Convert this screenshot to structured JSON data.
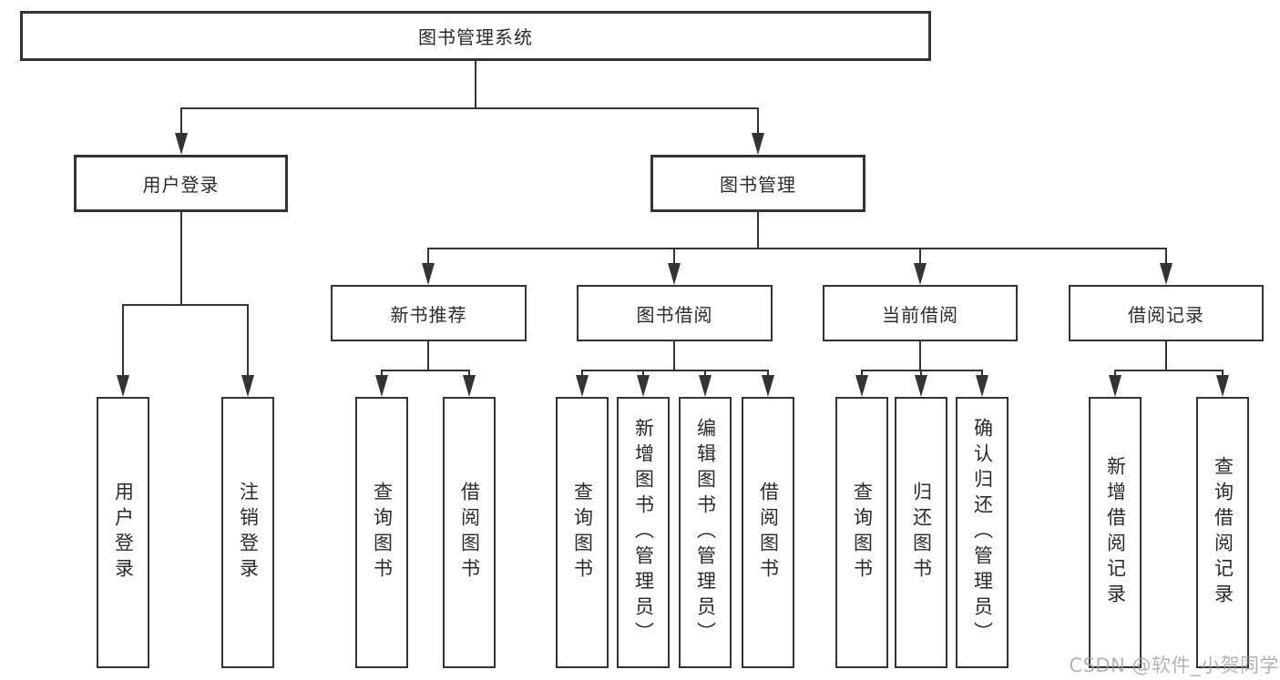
{
  "tree": {
    "root": {
      "label": "图书管理系统"
    },
    "branches": [
      {
        "label": "用户登录",
        "leaves": [
          {
            "label": "用户登录"
          },
          {
            "label": "注销登录"
          }
        ]
      },
      {
        "label": "图书管理",
        "groups": [
          {
            "label": "新书推荐",
            "leaves": [
              {
                "label": "查询图书"
              },
              {
                "label": "借阅图书"
              }
            ]
          },
          {
            "label": "图书借阅",
            "leaves": [
              {
                "label": "查询图书"
              },
              {
                "label": "新增图书（管理员）"
              },
              {
                "label": "编辑图书（管理员）"
              },
              {
                "label": "借阅图书"
              }
            ]
          },
          {
            "label": "当前借阅",
            "leaves": [
              {
                "label": "查询图书"
              },
              {
                "label": "归还图书"
              },
              {
                "label": "确认归还（管理员）"
              }
            ]
          },
          {
            "label": "借阅记录",
            "leaves": [
              {
                "label": "新增借阅记录"
              },
              {
                "label": "查询借阅记录"
              }
            ]
          }
        ]
      }
    ]
  },
  "watermark": {
    "text": "CSDN @软件_小贺同学"
  },
  "colors": {
    "line": "#333333",
    "text": "#2b2b2b",
    "watermark": "#9e9898"
  }
}
